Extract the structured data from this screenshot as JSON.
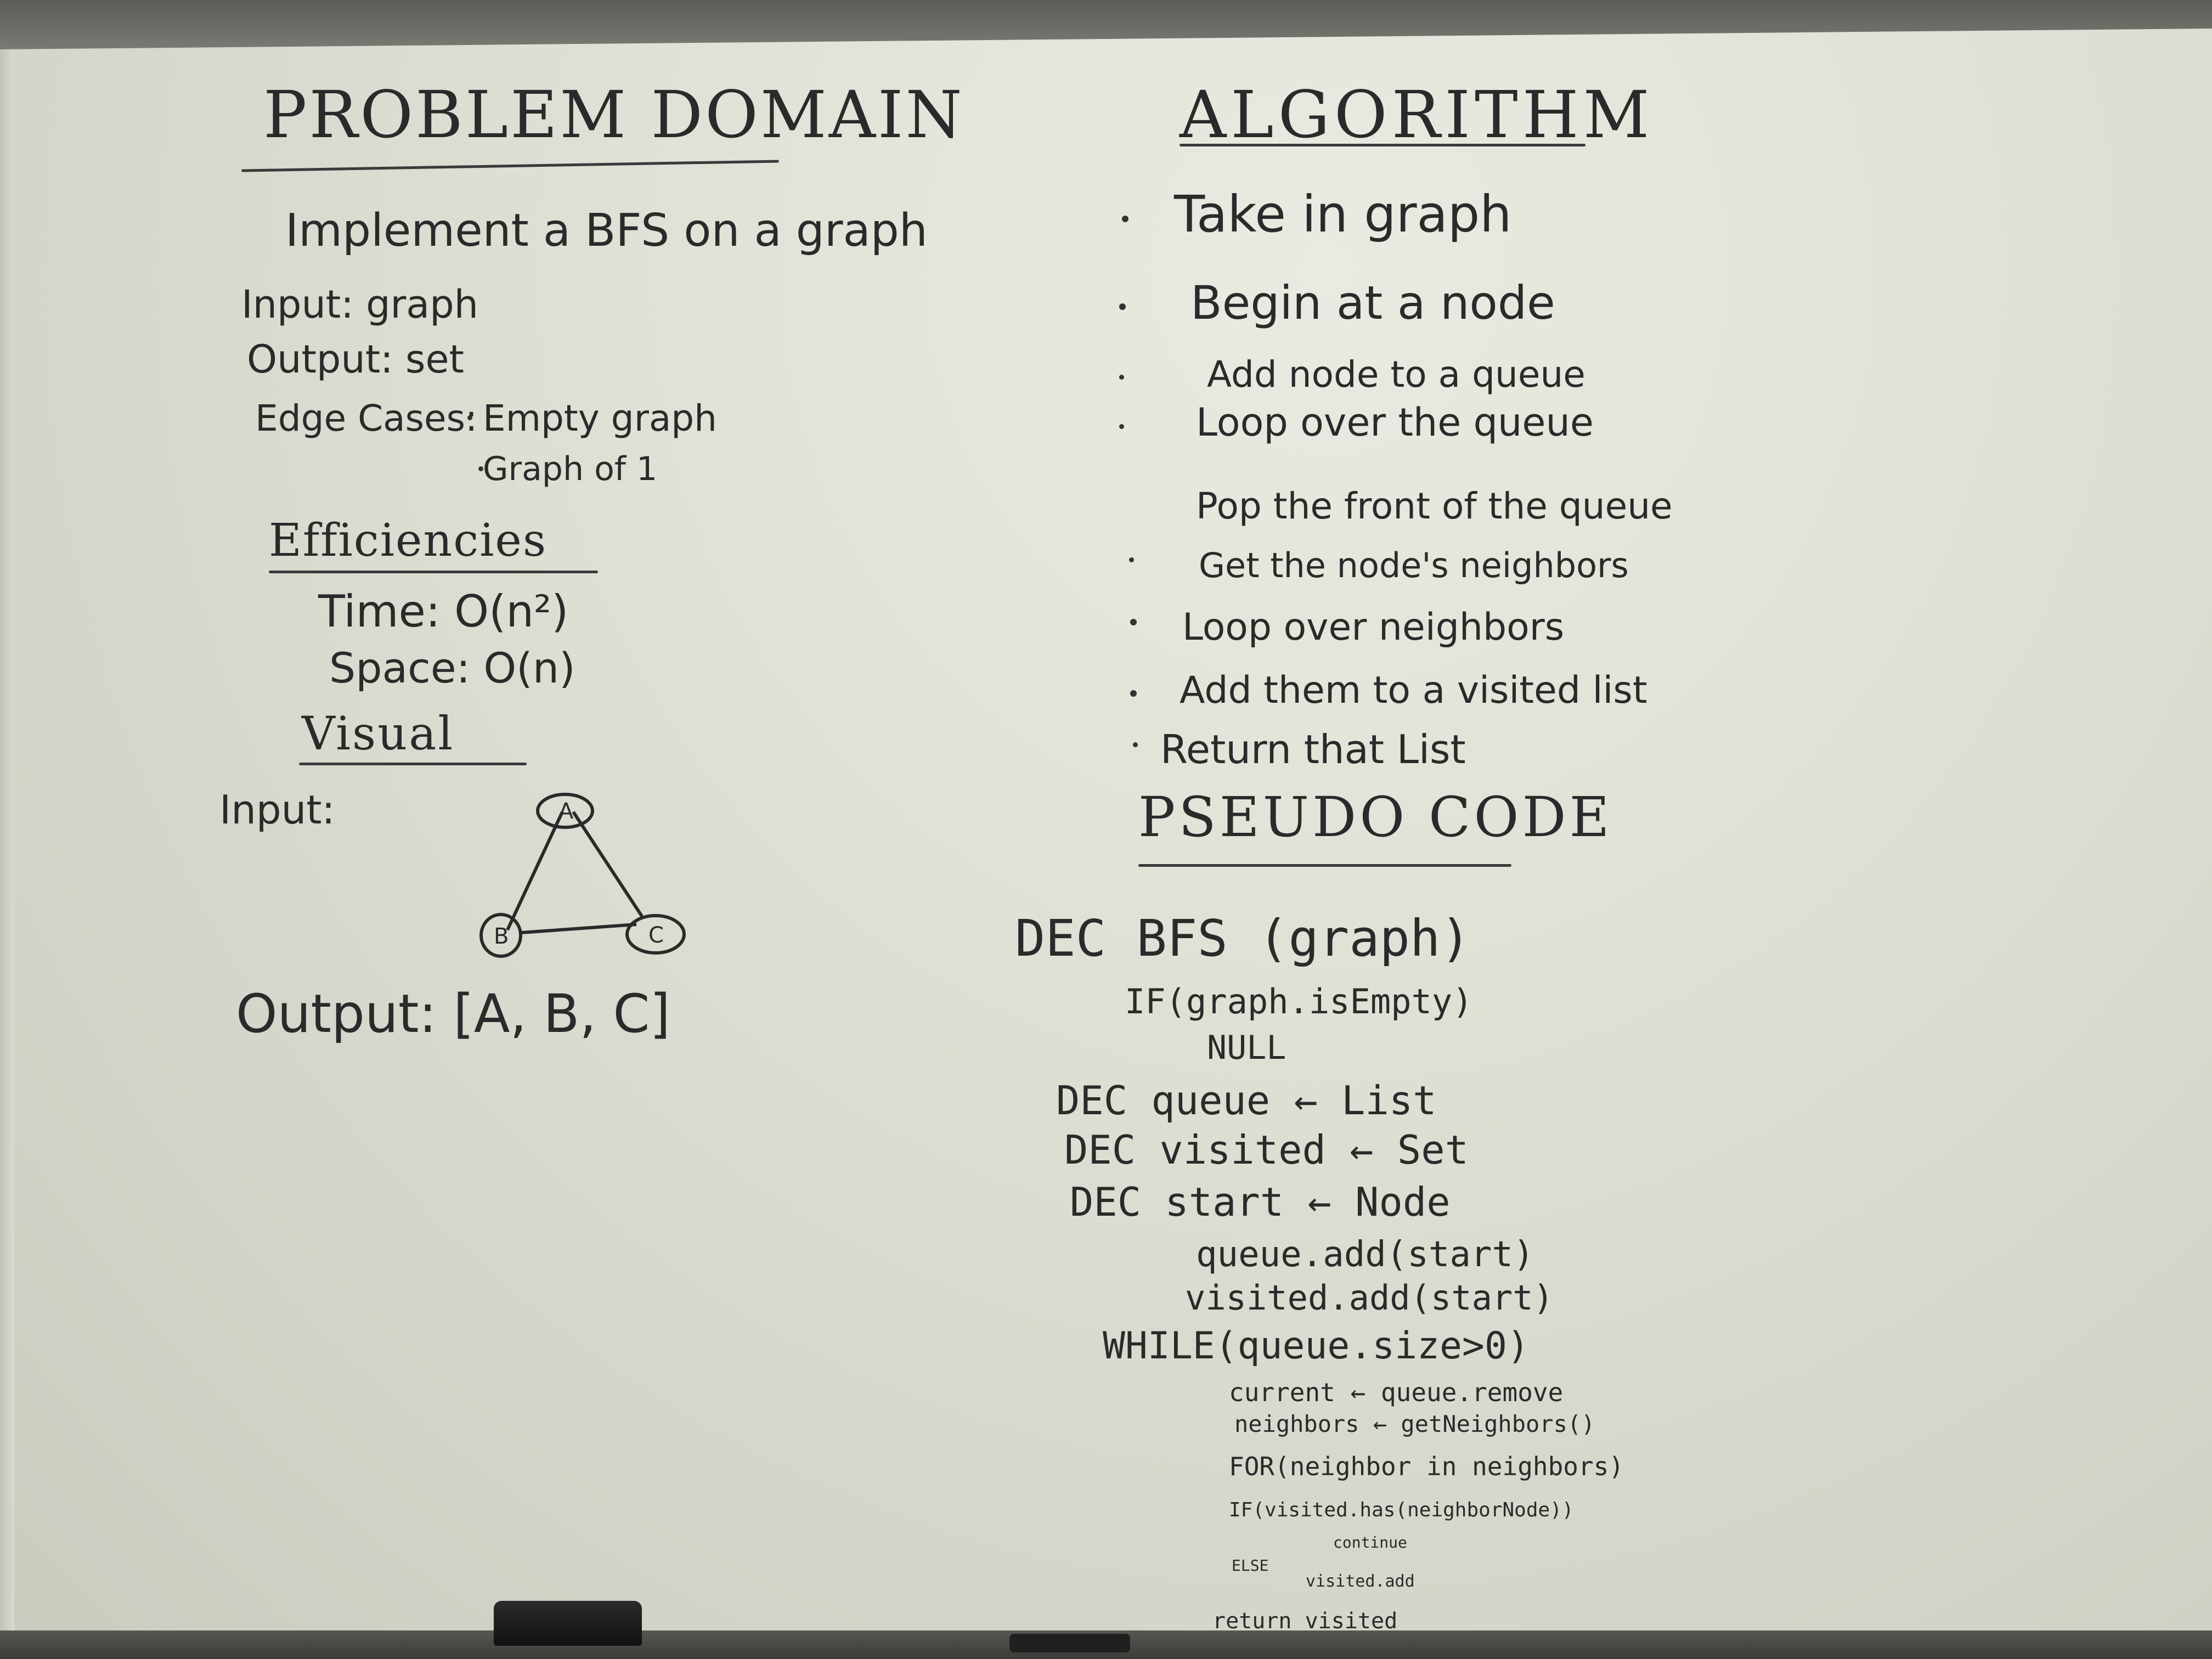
{
  "problem_domain": {
    "heading": "PROBLEM DOMAIN",
    "summary": "Implement a BFS on a graph",
    "input": "Input: graph",
    "output": "Output: set",
    "edge_cases_label": "Edge Cases:",
    "edge_cases": [
      "Empty graph",
      "Graph of 1"
    ]
  },
  "efficiencies": {
    "heading": "Efficiencies",
    "time": "Time: O(n²)",
    "space": "Space: O(n)"
  },
  "visual": {
    "heading": "Visual",
    "input_label": "Input:",
    "nodes": [
      "A",
      "B",
      "C"
    ],
    "output": "Output: [A, B, C]"
  },
  "algorithm": {
    "heading": "ALGORITHM",
    "steps": [
      "Take in graph",
      "Begin at a node",
      "Add node to a queue",
      "Loop over the queue",
      "Pop the front of the queue",
      "Get the node's neighbors",
      "Loop over neighbors",
      "Add them to a visited list",
      "Return that List"
    ]
  },
  "pseudo_code": {
    "heading": "PSEUDO CODE",
    "lines": [
      "DEC BFS (graph)",
      "IF(graph.isEmpty)",
      "NULL",
      "DEC queue ← List",
      "DEC visited ← Set",
      "DEC start ← Node",
      "queue.add(start)",
      "visited.add(start)",
      "WHILE(queue.size>0)",
      "current ← queue.remove",
      "neighbors ← getNeighbors()",
      "FOR(neighbor in neighbors)",
      "IF(visited.has(neighborNode))",
      "ELSE",
      "continue",
      "visited.add",
      "return visited"
    ]
  }
}
